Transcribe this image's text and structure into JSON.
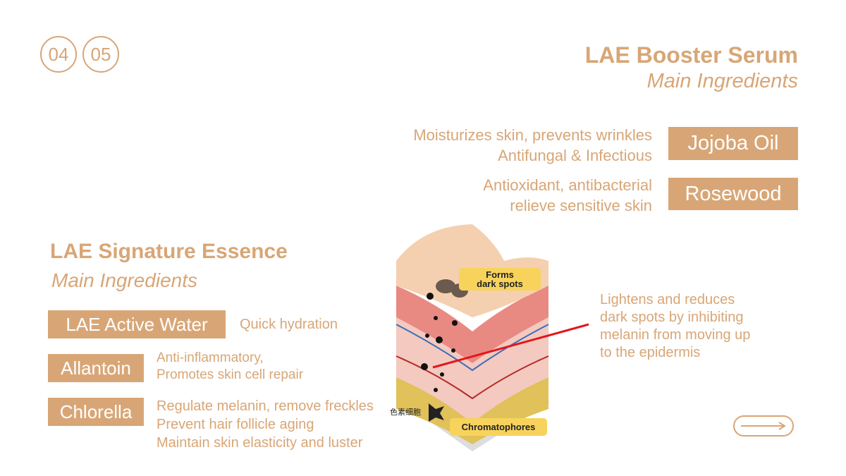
{
  "pagination": {
    "pages": [
      "04",
      "05"
    ]
  },
  "booster": {
    "title": "LAE Booster Serum",
    "subtitle": "Main Ingredients",
    "items": [
      {
        "name": "Jojoba Oil",
        "desc": [
          "Moisturizes skin, prevents wrinkles",
          "Antifungal & Infectious"
        ]
      },
      {
        "name": "Rosewood",
        "desc": [
          "Antioxidant, antibacterial",
          "relieve sensitive skin"
        ]
      }
    ]
  },
  "essence": {
    "title": "LAE Signature Essence",
    "subtitle": "Main Ingredients",
    "items": [
      {
        "name": "LAE Active Water",
        "desc": [
          "Quick hydration"
        ]
      },
      {
        "name": "Allantoin",
        "desc": [
          "Anti-inflammatory,",
          "Promotes skin cell repair"
        ]
      },
      {
        "name": "Chlorella",
        "desc": [
          "Regulate melanin, remove freckles",
          "Prevent hair follicle aging",
          "Maintain skin elasticity and luster"
        ]
      }
    ]
  },
  "diagram": {
    "label_top_1": "Forms",
    "label_top_2": "dark spots",
    "label_cn": "色素细胞",
    "label_bottom": "Chromatophores",
    "callout": [
      "Lightens and reduces",
      "dark spots by inhibiting",
      "melanin from moving up",
      "to the epidermis"
    ]
  },
  "colors": {
    "accent": "#d8a676",
    "callout_line": "#e3161b",
    "label_bg": "#f8d35c"
  }
}
